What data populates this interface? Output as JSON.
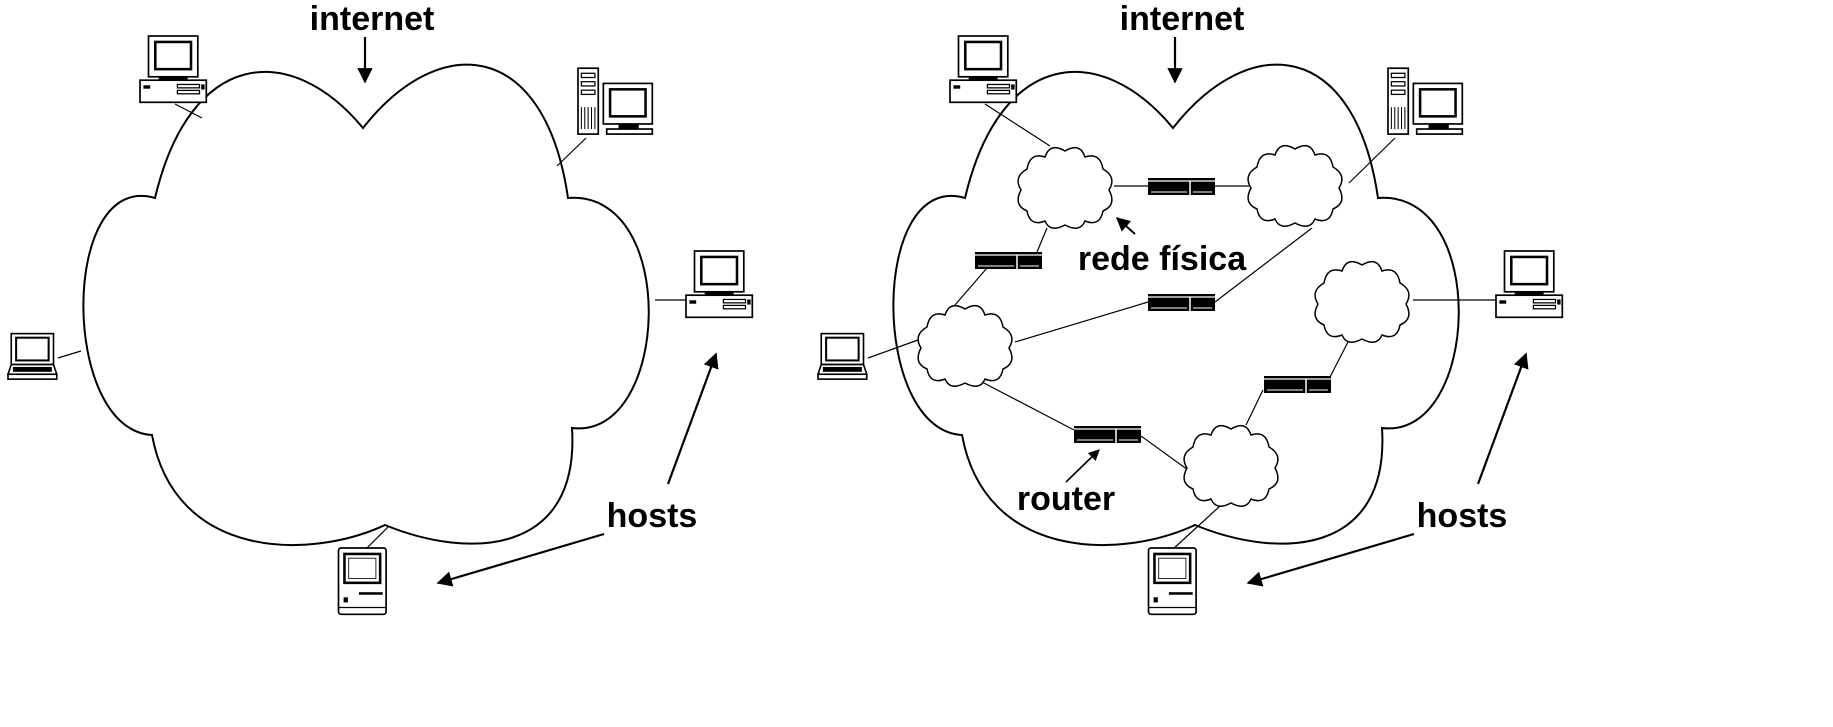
{
  "left_panel": {
    "internet_label": "internet",
    "hosts_label": "hosts"
  },
  "right_panel": {
    "internet_label": "internet",
    "hosts_label": "hosts",
    "physical_network_label": "rede física",
    "router_label": "router"
  },
  "icons": {
    "desktop": "desktop-computer-icon",
    "tower": "tower-computer-icon",
    "laptop": "laptop-icon",
    "mac": "compact-computer-icon",
    "router": "router-icon",
    "subnet": "subnet-cloud-icon"
  },
  "colors": {
    "line": "#000000",
    "fill": "#ffffff"
  }
}
